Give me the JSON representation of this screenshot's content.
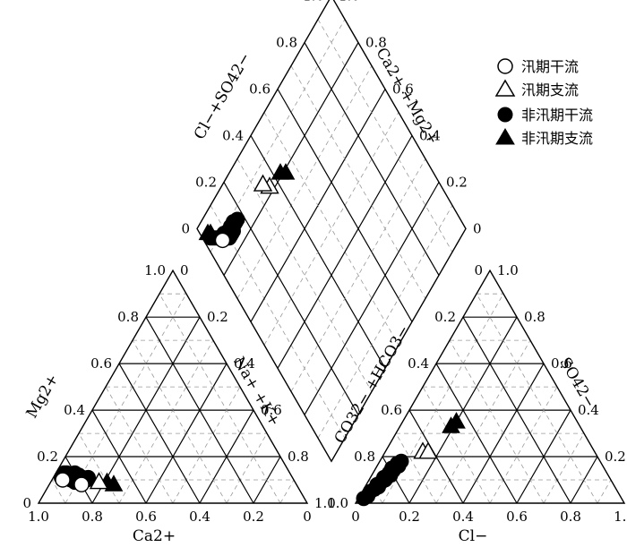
{
  "chart_data": {
    "type": "scatter",
    "subtype": "piper-diagram",
    "tick_labels": [
      "0",
      "0.2",
      "0.4",
      "0.6",
      "0.8",
      "1.0"
    ],
    "grid_step": 0.1,
    "grid": true,
    "cation_triangle": {
      "bottom_label": "Ca2+",
      "left_label": "Mg2+",
      "right_label": "Na+ +K+"
    },
    "anion_triangle": {
      "bottom_label": "Cl−",
      "left_label": "CO32− +HCO3−",
      "right_label": "SO42−"
    },
    "diamond": {
      "left_label": "Cl−+SO42−",
      "right_label": "Ca2+ +Mg2+"
    },
    "legend": {
      "position": "top-right",
      "entries": [
        {
          "label": "汛期干流",
          "marker": "circle-open"
        },
        {
          "label": "汛期支流",
          "marker": "triangle-open"
        },
        {
          "label": "非汛期干流",
          "marker": "circle-filled"
        },
        {
          "label": "非汛期支流",
          "marker": "triangle-filled"
        }
      ]
    },
    "series": [
      {
        "name": "汛期干流",
        "marker": "circle-open",
        "cation": [
          {
            "ca": 0.86,
            "mg": 0.1
          },
          {
            "ca": 0.8,
            "mg": 0.08
          }
        ],
        "anion": [],
        "diamond": [
          {
            "so4cl": 0.07,
            "camg": 0.88
          }
        ]
      },
      {
        "name": "汛期支流",
        "marker": "triangle-open",
        "cation": [
          {
            "ca": 0.73,
            "mg": 0.09
          }
        ],
        "anion": [
          {
            "cl": 0.14,
            "so4": 0.22
          },
          {
            "cl": 0.16,
            "so4": 0.22
          }
        ],
        "diamond": [
          {
            "so4cl": 0.36,
            "camg": 0.82
          },
          {
            "so4cl": 0.34,
            "camg": 0.85
          }
        ]
      },
      {
        "name": "非汛期干流",
        "marker": "circle-filled",
        "cation": [
          {
            "ca": 0.85,
            "mg": 0.12
          },
          {
            "ca": 0.84,
            "mg": 0.11
          },
          {
            "ca": 0.83,
            "mg": 0.1
          },
          {
            "ca": 0.82,
            "mg": 0.12
          },
          {
            "ca": 0.81,
            "mg": 0.11
          },
          {
            "ca": 0.8,
            "mg": 0.1
          },
          {
            "ca": 0.79,
            "mg": 0.12
          },
          {
            "ca": 0.78,
            "mg": 0.11
          },
          {
            "ca": 0.77,
            "mg": 0.1
          },
          {
            "ca": 0.83,
            "mg": 0.13
          },
          {
            "ca": 0.8,
            "mg": 0.13
          },
          {
            "ca": 0.79,
            "mg": 0.09
          },
          {
            "ca": 0.86,
            "mg": 0.11
          },
          {
            "ca": 0.76,
            "mg": 0.11
          },
          {
            "ca": 0.82,
            "mg": 0.09
          },
          {
            "ca": 0.84,
            "mg": 0.13
          }
        ],
        "anion": [
          {
            "cl": 0.02,
            "so4": 0.02
          },
          {
            "cl": 0.03,
            "so4": 0.03
          },
          {
            "cl": 0.03,
            "so4": 0.05
          },
          {
            "cl": 0.04,
            "so4": 0.06
          },
          {
            "cl": 0.05,
            "so4": 0.07
          },
          {
            "cl": 0.04,
            "so4": 0.08
          },
          {
            "cl": 0.05,
            "so4": 0.09
          },
          {
            "cl": 0.06,
            "so4": 0.1
          },
          {
            "cl": 0.05,
            "so4": 0.11
          },
          {
            "cl": 0.06,
            "so4": 0.12
          },
          {
            "cl": 0.07,
            "so4": 0.12
          },
          {
            "cl": 0.06,
            "so4": 0.13
          },
          {
            "cl": 0.07,
            "so4": 0.14
          },
          {
            "cl": 0.06,
            "so4": 0.15
          },
          {
            "cl": 0.07,
            "so4": 0.16
          },
          {
            "cl": 0.08,
            "so4": 0.16
          },
          {
            "cl": 0.07,
            "so4": 0.17
          },
          {
            "cl": 0.08,
            "so4": 0.18
          }
        ],
        "diamond": [
          {
            "so4cl": 0.03,
            "camg": 0.93
          },
          {
            "so4cl": 0.04,
            "camg": 0.92
          },
          {
            "so4cl": 0.05,
            "camg": 0.91
          },
          {
            "so4cl": 0.06,
            "camg": 0.9
          },
          {
            "so4cl": 0.07,
            "camg": 0.89
          },
          {
            "so4cl": 0.08,
            "camg": 0.88
          },
          {
            "so4cl": 0.09,
            "camg": 0.87
          },
          {
            "so4cl": 0.1,
            "camg": 0.86
          },
          {
            "so4cl": 0.11,
            "camg": 0.86
          },
          {
            "so4cl": 0.12,
            "camg": 0.86
          },
          {
            "so4cl": 0.13,
            "camg": 0.86
          },
          {
            "so4cl": 0.14,
            "camg": 0.87
          },
          {
            "so4cl": 0.15,
            "camg": 0.87
          },
          {
            "so4cl": 0.16,
            "camg": 0.87
          },
          {
            "so4cl": 0.17,
            "camg": 0.87
          },
          {
            "so4cl": 0.09,
            "camg": 0.89
          },
          {
            "so4cl": 0.11,
            "camg": 0.88
          },
          {
            "so4cl": 0.13,
            "camg": 0.88
          },
          {
            "so4cl": 0.15,
            "camg": 0.88
          }
        ]
      },
      {
        "name": "非汛期支流",
        "marker": "triangle-filled",
        "cation": [
          {
            "ca": 0.7,
            "mg": 0.09
          },
          {
            "ca": 0.68,
            "mg": 0.08
          }
        ],
        "anion": [
          {
            "cl": 0.19,
            "so4": 0.33
          },
          {
            "cl": 0.2,
            "so4": 0.35
          }
        ],
        "diamond": [
          {
            "so4cl": 0.45,
            "camg": 0.79
          },
          {
            "so4cl": 0.43,
            "camg": 0.81
          },
          {
            "so4cl": 0.03,
            "camg": 0.95
          },
          {
            "so4cl": 0.04,
            "camg": 0.94
          }
        ]
      }
    ]
  }
}
